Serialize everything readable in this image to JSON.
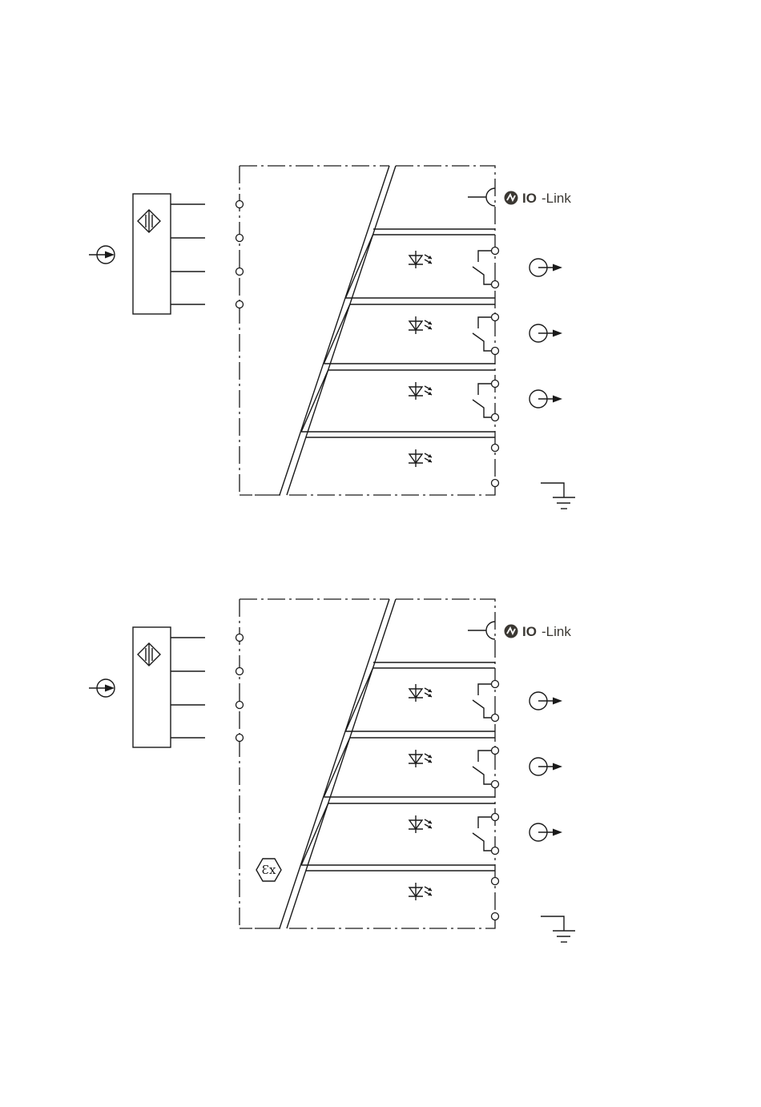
{
  "diagrams": [
    {
      "id": "standard",
      "io_link": {
        "bold": "IO",
        "rest": "-Link"
      },
      "ex_mark": null,
      "relay_outputs": 3,
      "led_channels": 4,
      "inputs": 4
    },
    {
      "id": "ex",
      "io_link": {
        "bold": "IO",
        "rest": "-Link"
      },
      "ex_mark": "Ɛx",
      "relay_outputs": 3,
      "led_channels": 4,
      "inputs": 4
    }
  ],
  "colors": {
    "line": "#1a1a1a",
    "brand_text": "#3b3833",
    "background": "#ffffff"
  },
  "icons": [
    "sensor-diamond-icon",
    "signal-input-arrow-icon",
    "led-icon",
    "relay-contact-icon",
    "signal-output-arrow-icon",
    "ground-icon",
    "io-link-logo-icon",
    "ex-hexagon-icon"
  ]
}
